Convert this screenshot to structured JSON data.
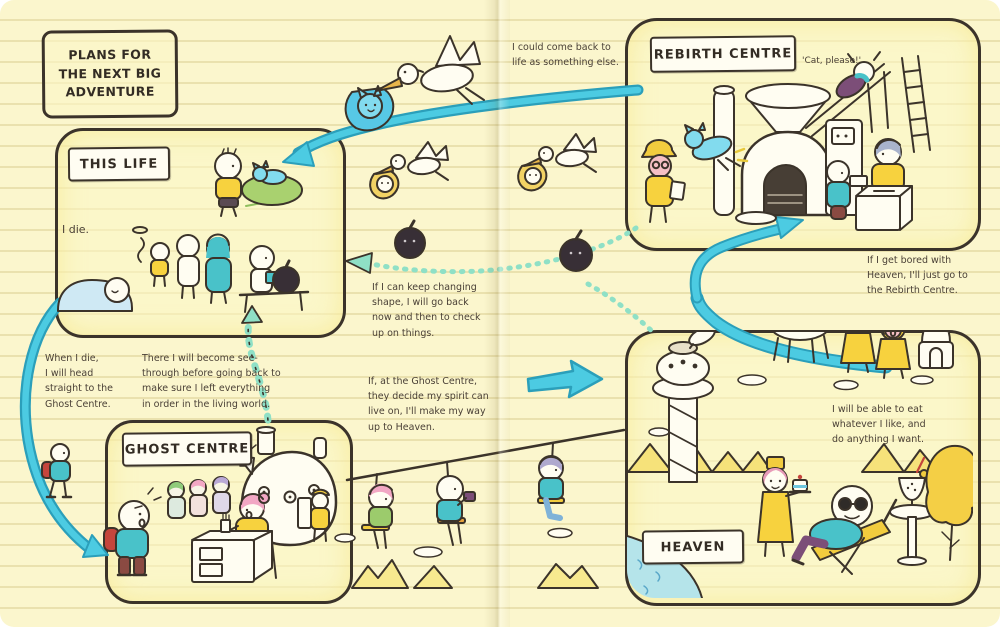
{
  "title": "PLANS FOR\nTHE NEXT BIG\nADVENTURE",
  "panels": {
    "this_life": {
      "label": "THIS LIFE"
    },
    "rebirth": {
      "label": "REBIRTH CENTRE",
      "speech": "'Cat, please!'"
    },
    "ghost": {
      "label": "GHOST CENTRE"
    },
    "heaven": {
      "label": "HEAVEN"
    }
  },
  "annotations": {
    "i_die": "I die.",
    "come_back": "I could come back to\nlife as something else.",
    "bored": "If I get bored with\nHeaven, I'll just go to\nthe Rebirth Centre.",
    "changing_shape": "If I can keep changing\nshape, I will go back\nnow and then to check\nup on things.",
    "when_i_die": "When I die,\nI will head\nstraight to the\nGhost Centre.",
    "see_through": "There I will become see-\nthrough before going back to\nmake sure I left everything\nin order in the living world.",
    "spirit_live_on": "If, at the Ghost Centre,\nthey decide my spirit can\nlive on, I'll make my way\nup to Heaven.",
    "eat_whatever": "I will be able to eat\nwhatever I like, and\ndo anything I want."
  },
  "colors": {
    "paper": "#FBF6CD",
    "ink": "#3B332A",
    "arrow_solid": "#4CCBE2",
    "arrow_solid_edge": "#2B9FBA",
    "arrow_dotted": "#8FE0C6",
    "label_bg": "#FFFDF2",
    "accent_yellow": "#F7D23E",
    "accent_teal": "#49C2C9",
    "accent_pink": "#F2A7C4",
    "spirit_black": "#382F36"
  }
}
